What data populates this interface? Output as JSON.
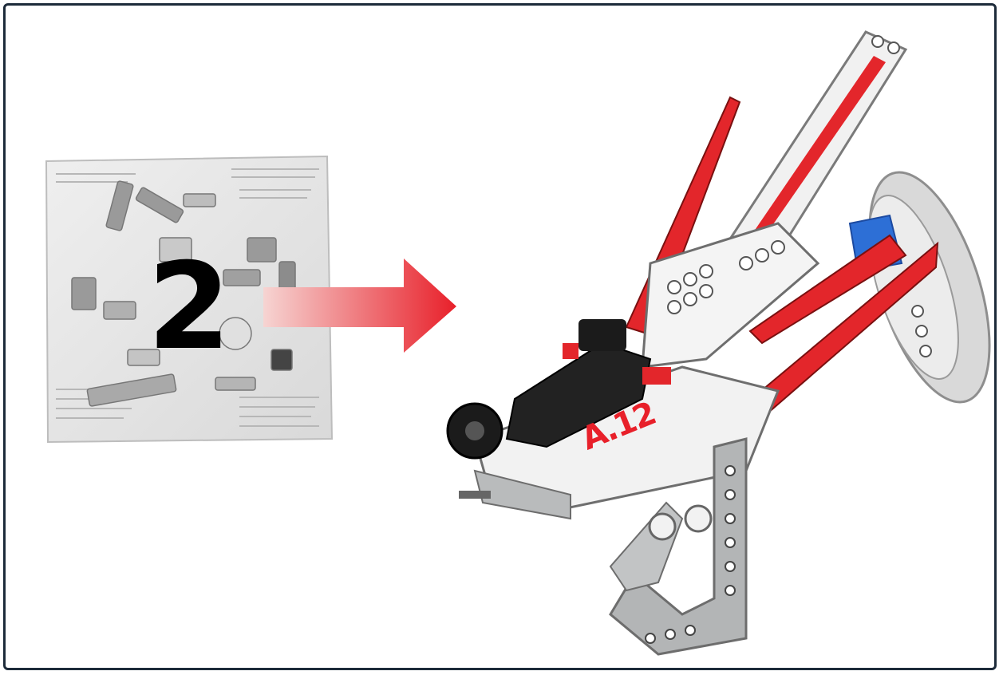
{
  "step": {
    "bag_number": "2",
    "model_decal": "A.12"
  },
  "icons": {
    "bag": "parts-bag-icon",
    "arrow": "right-arrow-icon",
    "model": "robot-model-illustration"
  },
  "colors": {
    "frame_border": "#1d2b3a",
    "arrow_start": "#f6d4d2",
    "arrow_end": "#e8202a",
    "brick_red": "#e3262b",
    "brick_white": "#f2f2f2",
    "brick_gray": "#a9acad",
    "brick_black": "#1b1b1b"
  }
}
